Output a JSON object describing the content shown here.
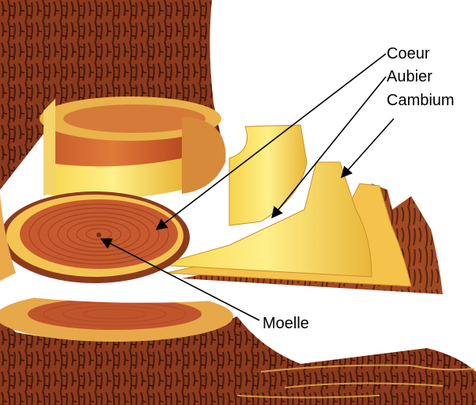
{
  "labels": {
    "heart": "Coeur",
    "sapwood": "Aubier",
    "cambium": "Cambium",
    "pith": "Moelle"
  },
  "colors": {
    "bark": "#8b3a1e",
    "bark_dark": "#4a1a0c",
    "sapwood": "#f2c94c",
    "sapwood_light": "#ffe680",
    "heartwood": "#c8552b",
    "cambium_layer": "#a8321c",
    "background": "#ffffff",
    "arrow": "#000000"
  }
}
